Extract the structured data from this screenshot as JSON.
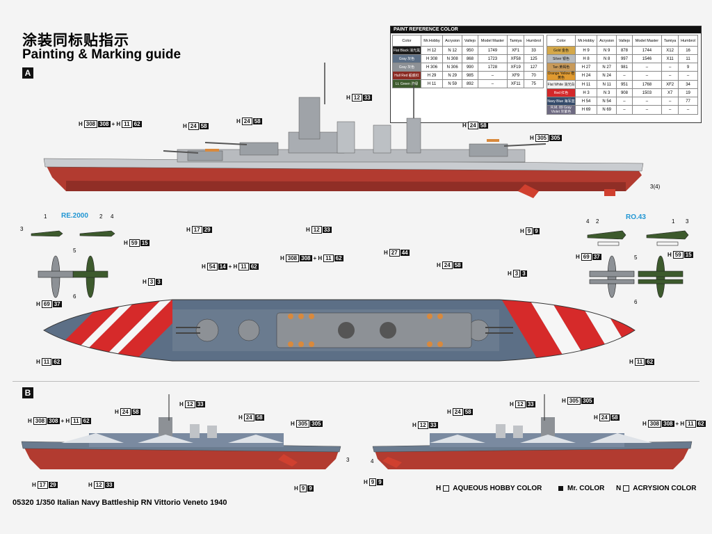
{
  "title": {
    "cn": "涂装同标贴指示",
    "en": "Painting & Marking guide"
  },
  "sections": {
    "a": "A",
    "b": "B"
  },
  "paint_reference": {
    "heading": "PAINT  REFERENCE COLOR",
    "columns": [
      "Color",
      "Mr.Hobby",
      "Acrysion",
      "Vallejo",
      "Model Master",
      "Tamiya",
      "Humbrol"
    ],
    "left_rows": [
      {
        "name": "Flat Black",
        "cn": "消光黑",
        "color": "#1a1a1a",
        "h": "12",
        "n": "12",
        "vallejo": "950",
        "mm": "1749",
        "tamiya": "XF1",
        "humbrol": "33"
      },
      {
        "name": "Gray",
        "cn": "灰色",
        "color": "#5c6f86",
        "h": "308",
        "n": "308",
        "vallejo": "868",
        "mm": "1723",
        "tamiya": "XF58",
        "humbrol": "125"
      },
      {
        "name": "Gray",
        "cn": "灰色",
        "color": "#8d9196",
        "h": "306",
        "n": "306",
        "vallejo": "990",
        "mm": "1728",
        "tamiya": "XF19",
        "humbrol": "127"
      },
      {
        "name": "Hull Red",
        "cn": "船底红",
        "color": "#8a2a22",
        "h": "29",
        "n": "29",
        "vallejo": "985",
        "mm": "–",
        "tamiya": "XF9",
        "humbrol": "70"
      },
      {
        "name": "Lt. Green",
        "cn": "浅绿",
        "color": "#3d5a2d",
        "h": "11",
        "n": "59",
        "vallejo": "892",
        "mm": "–",
        "tamiya": "XF11",
        "humbrol": "75"
      }
    ],
    "right_rows": [
      {
        "name": "Gold",
        "cn": "金色",
        "color": "#d4a84a",
        "h": "9",
        "n": "9",
        "vallejo": "878",
        "mm": "1744",
        "tamiya": "X12",
        "humbrol": "16"
      },
      {
        "name": "Silver",
        "cn": "银色",
        "color": "#b8bcc0",
        "h": "8",
        "n": "8",
        "vallejo": "997",
        "mm": "1546",
        "tamiya": "X11",
        "humbrol": "11"
      },
      {
        "name": "Tan",
        "cn": "黄褐色",
        "color": "#c89a5a",
        "h": "27",
        "n": "27",
        "vallejo": "981",
        "mm": "–",
        "tamiya": "–",
        "humbrol": "9"
      },
      {
        "name": "Orange Yellow",
        "cn": "橙黄色",
        "color": "#e09a30",
        "h": "24",
        "n": "24",
        "vallejo": "–",
        "mm": "–",
        "tamiya": "–",
        "humbrol": "–"
      },
      {
        "name": "Flat White",
        "cn": "消光白",
        "color": "#f2f2f2",
        "h": "11",
        "n": "11",
        "vallejo": "951",
        "mm": "1768",
        "tamiya": "XF2",
        "humbrol": "34"
      },
      {
        "name": "Red",
        "cn": "红色",
        "color": "#d3282a",
        "h": "3",
        "n": "3",
        "vallejo": "908",
        "mm": "1503",
        "tamiya": "X7",
        "humbrol": "19"
      },
      {
        "name": "Navy Blue",
        "cn": "海军蓝",
        "color": "#344a6a",
        "h": "54",
        "n": "54",
        "vallejo": "–",
        "mm": "–",
        "tamiya": "–",
        "humbrol": "77"
      },
      {
        "name": "R.M. 89 Gray Violet",
        "cn": "灰紫色",
        "color": "#6e6a82",
        "h": "69",
        "n": "69",
        "vallejo": "–",
        "mm": "–",
        "tamiya": "–",
        "humbrol": "–"
      }
    ]
  },
  "planes": {
    "left_label": "RE.2000",
    "right_label": "RO.43"
  },
  "callouts": [
    {
      "id": "c1",
      "h": "308",
      "n": "308",
      "plus": "11",
      "n2": "62"
    },
    {
      "id": "c2",
      "h": "24",
      "n": "58"
    },
    {
      "id": "c3",
      "h": "24",
      "n": "58"
    },
    {
      "id": "c4",
      "h": "12",
      "n": "33"
    },
    {
      "id": "c5",
      "h": "24",
      "n": "58"
    },
    {
      "id": "c6",
      "h": "305",
      "n": "305"
    },
    {
      "id": "c7",
      "h": "17",
      "n": "29"
    },
    {
      "id": "c8",
      "h": "12",
      "n": "33"
    },
    {
      "id": "c9",
      "h": "9",
      "n": "9"
    },
    {
      "id": "c10",
      "h": "59",
      "n": "15"
    },
    {
      "id": "c11",
      "h": "69",
      "n": "37"
    },
    {
      "id": "c12",
      "h": "59",
      "n": "15"
    },
    {
      "id": "c13",
      "h": "69",
      "n": "37"
    },
    {
      "id": "c14",
      "h": "54",
      "n": "14",
      "plus": "11",
      "n2": "62"
    },
    {
      "id": "c15",
      "h": "308",
      "n": "308",
      "plus": "11",
      "n2": "62"
    },
    {
      "id": "c16",
      "h": "27",
      "n": "44"
    },
    {
      "id": "c17",
      "h": "24",
      "n": "58"
    },
    {
      "id": "c18",
      "h": "3",
      "n": "3"
    },
    {
      "id": "c19",
      "h": "3",
      "n": "3"
    },
    {
      "id": "c20",
      "h": "11",
      "n": "62"
    },
    {
      "id": "c21",
      "h": "11",
      "n": "62"
    },
    {
      "id": "b1",
      "h": "308",
      "n": "308",
      "plus": "11",
      "n2": "62"
    },
    {
      "id": "b2",
      "h": "24",
      "n": "58"
    },
    {
      "id": "b3",
      "h": "12",
      "n": "33"
    },
    {
      "id": "b4",
      "h": "24",
      "n": "58"
    },
    {
      "id": "b5",
      "h": "305",
      "n": "305"
    },
    {
      "id": "b6",
      "h": "17",
      "n": "29"
    },
    {
      "id": "b7",
      "h": "12",
      "n": "33"
    },
    {
      "id": "b8",
      "h": "9",
      "n": "9"
    },
    {
      "id": "b9",
      "h": "12",
      "n": "33"
    },
    {
      "id": "b10",
      "h": "24",
      "n": "58"
    },
    {
      "id": "b11",
      "h": "12",
      "n": "33"
    },
    {
      "id": "b12",
      "h": "305",
      "n": "305"
    },
    {
      "id": "b13",
      "h": "24",
      "n": "58"
    },
    {
      "id": "b14",
      "h": "308",
      "n": "308",
      "plus": "11",
      "n2": "62"
    },
    {
      "id": "b15",
      "h": "9",
      "n": "9"
    }
  ],
  "part_numbers": {
    "p1": "1",
    "p2": "2",
    "p3": "3",
    "p4": "4",
    "p5": "5",
    "p6": "6",
    "p34": "3(4)"
  },
  "legend": {
    "h": "AQUEOUS HOBBY COLOR",
    "mr": "Mr. COLOR",
    "n": "ACRYSION COLOR"
  },
  "footer": "05320 1/350 Italian Navy Battleship RN Vittorio Veneto 1940"
}
